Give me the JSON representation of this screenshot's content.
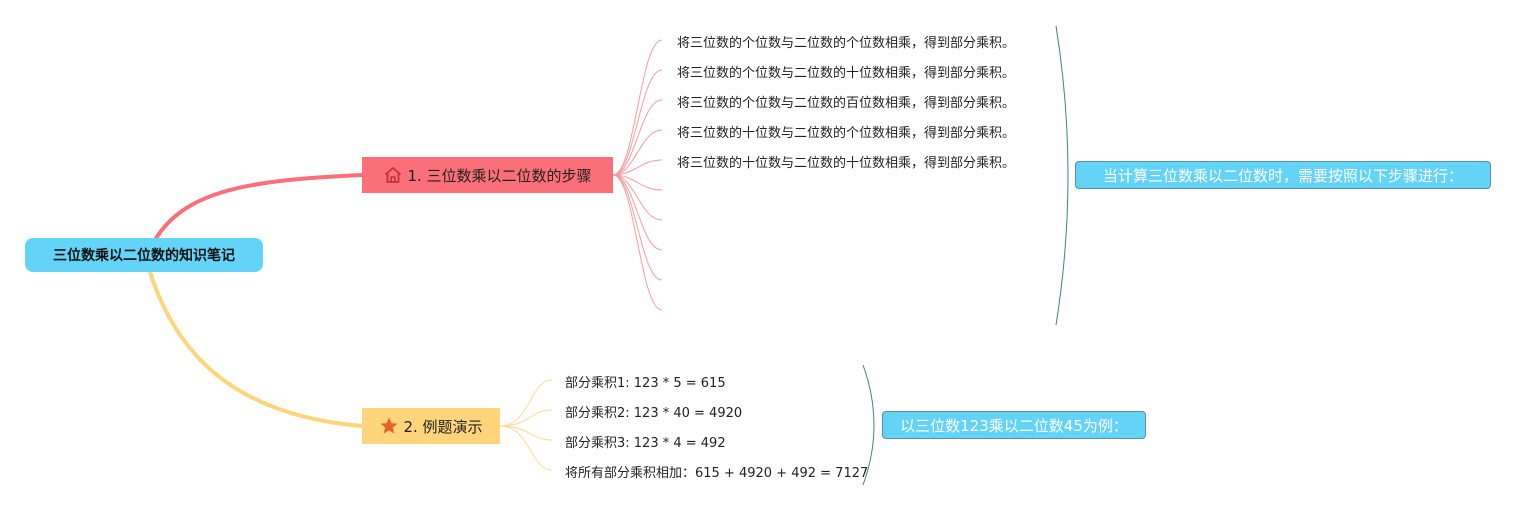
{
  "root": {
    "label": "三位数乘以二位数的知识笔记"
  },
  "branches": [
    {
      "label": "1. 三位数乘以二位数的步骤",
      "icon": "home-icon",
      "color": "#fb6f78",
      "leaves": [
        "将三位数的个位数与二位数的个位数相乘，得到部分乘积。",
        "将三位数的个位数与二位数的十位数相乘，得到部分乘积。",
        "将三位数的个位数与二位数的百位数相乘，得到部分乘积。",
        "将三位数的十位数与二位数的个位数相乘，得到部分乘积。",
        "将三位数的十位数与二位数的十位数相乘，得到部分乘积。"
      ],
      "summary": "当计算三位数乘以二位数时，需要按照以下步骤进行："
    },
    {
      "label": "2. 例题演示",
      "icon": "star-icon",
      "color": "#fed57a",
      "leaves": [
        "部分乘积1: 123 * 5 = 615",
        "部分乘积2: 123 * 40 = 4920",
        "部分乘积3: 123 * 4 = 492",
        "将所有部分乘积相加：615 + 4920 + 492 = 7127"
      ],
      "summary": "以三位数123乘以二位数45为例："
    }
  ],
  "colors": {
    "root": "#63d3f8",
    "summary_bracket": "#3d8a6e"
  }
}
